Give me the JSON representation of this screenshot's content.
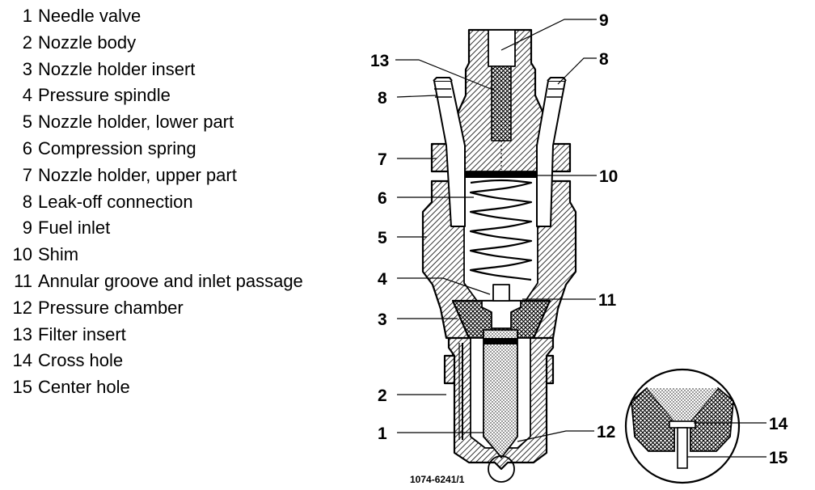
{
  "legend": [
    {
      "num": "1",
      "label": "Needle valve"
    },
    {
      "num": "2",
      "label": "Nozzle body"
    },
    {
      "num": "3",
      "label": "Nozzle holder insert"
    },
    {
      "num": "4",
      "label": "Pressure spindle"
    },
    {
      "num": "5",
      "label": "Nozzle holder, lower part"
    },
    {
      "num": "6",
      "label": "Compression spring"
    },
    {
      "num": "7",
      "label": "Nozzle holder, upper part"
    },
    {
      "num": "8",
      "label": "Leak-off connection"
    },
    {
      "num": "9",
      "label": "Fuel inlet"
    },
    {
      "num": "10",
      "label": "Shim"
    },
    {
      "num": "11",
      "label": "Annular groove and inlet passage"
    },
    {
      "num": "12",
      "label": "Pressure chamber"
    },
    {
      "num": "13",
      "label": "Filter insert"
    },
    {
      "num": "14",
      "label": "Cross hole"
    },
    {
      "num": "15",
      "label": "Center hole"
    }
  ],
  "callouts": {
    "c9": "9",
    "c13": "13",
    "c8_left": "8",
    "c8_right": "8",
    "c7": "7",
    "c10": "10",
    "c6": "6",
    "c5": "5",
    "c4": "4",
    "c11": "11",
    "c3": "3",
    "c2": "2",
    "c1": "1",
    "c12": "12",
    "c14": "14",
    "c15": "15"
  },
  "figure_id": "1074-6241/1"
}
